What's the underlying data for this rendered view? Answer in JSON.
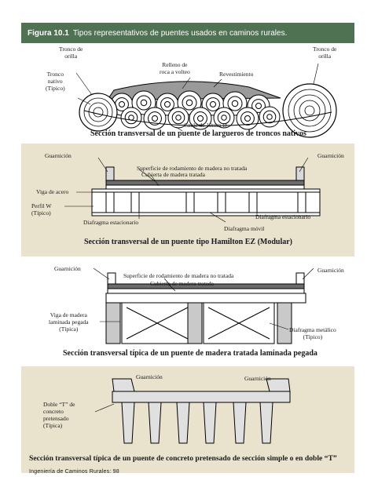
{
  "header": {
    "figure_label": "Figura 10.1",
    "title": "Tipos representativos de puentes usados en caminos rurales."
  },
  "panel1": {
    "labels": {
      "tronco_left_top": "Tronco de\norilla",
      "tronco_nativo": "Tronco\nnativo\n(Típico)",
      "relleno": "Relleno de\nroca a volteo",
      "revestimiento": "Revestimiento",
      "tronco_right": "Tronco de\norilla",
      "cable": "Cable de 19mm Ø"
    },
    "caption": "Sección transversal de un puente de largueros de troncos nativos"
  },
  "panel2": {
    "labels": {
      "guarnicion_left": "Guarnición",
      "guarnicion_right": "Guarnición",
      "superficie": "Superficie de rodamiento de madera no tratada",
      "cubierta": "Cubierta de madera tratada",
      "viga_acero": "Viga de acero",
      "perfil": "Perfil W\n(Típico)",
      "diafragma_est_left": "Diafragma estacionario",
      "diafragma_est_right": "Diafragma estacionario",
      "diafragma_movil": "Diafragma móvil"
    },
    "caption": "Sección transversal de un puente tipo Hamilton EZ (Modular)"
  },
  "panel3": {
    "labels": {
      "guarnicion_left": "Guarnición",
      "guarnicion_right": "Guarnición",
      "superficie": "Superficie de rodamiento de madera no tratada",
      "cubierta": "Cubierta de madera tratada",
      "viga": "Viga de madera\nlaminada pegada\n(Típica)",
      "diafragma": "Diafragma metálico\n(Típico)"
    },
    "caption": "Sección transversal típica de un puente de madera tratada laminada pegada"
  },
  "panel4": {
    "labels": {
      "guarnicion_left": "Guarnición",
      "guarnicion_right": "Guarnición",
      "doble_t": "Doble “T” de\nconcreto\npretensado\n(Típica)"
    },
    "caption": "Sección transversal típica de un puente de concreto pretensado de sección simple o en doble “T”"
  },
  "footer": {
    "text": "Ingeniería de Caminos Rurales:",
    "page": "98"
  },
  "colors": {
    "header_bg": "#4f7352",
    "shade": "#e9e3cd"
  }
}
